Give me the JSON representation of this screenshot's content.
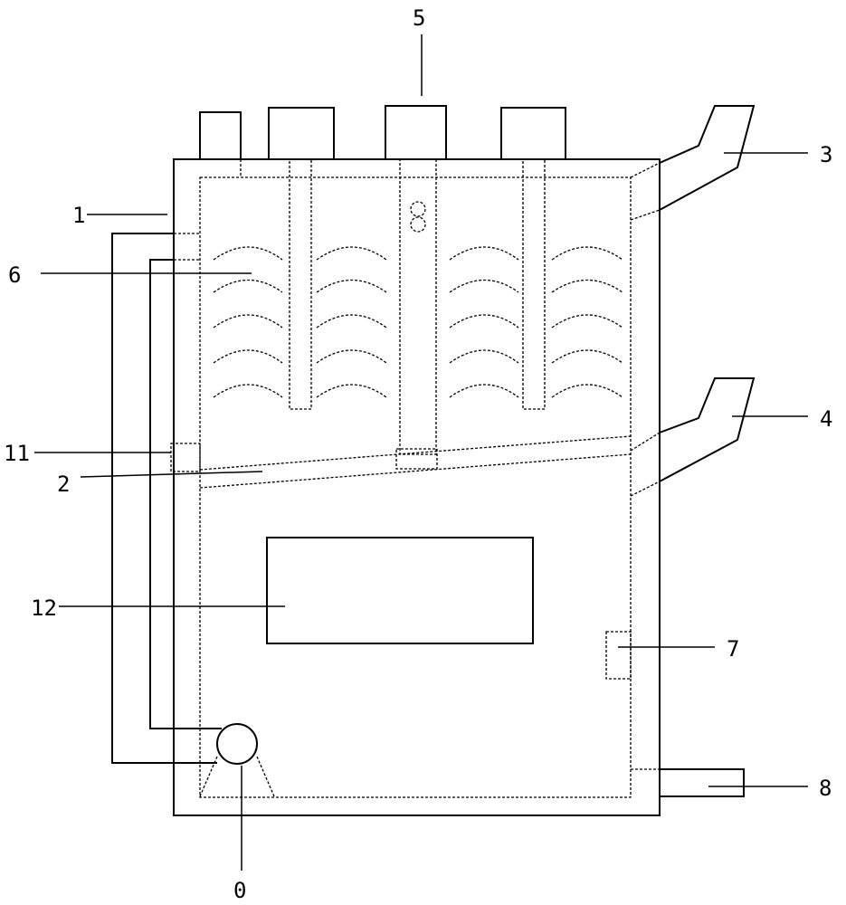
{
  "labels": {
    "l0": "0",
    "l1": "1",
    "l2": "2",
    "l3": "3",
    "l4": "4",
    "l5": "5",
    "l6": "6",
    "l7": "7",
    "l8": "8",
    "l11": "11",
    "l12": "12"
  }
}
